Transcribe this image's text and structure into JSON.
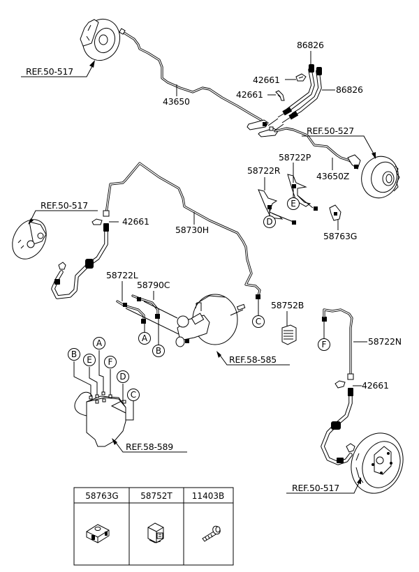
{
  "diagram": {
    "title": "Brake line parts diagram",
    "part_labels": {
      "p43650": "43650",
      "p43650z": "43650Z",
      "p86826_top": "86826",
      "p86826_right": "86826",
      "p42661_a": "42661",
      "p42661_b": "42661",
      "p42661_left": "42661",
      "p42661_right": "42661",
      "p58722p": "58722P",
      "p58722r": "58722R",
      "p58763g": "58763G",
      "p58730h": "58730H",
      "p58722l": "58722L",
      "p58790c": "58790C",
      "p58752b": "58752B",
      "p58722n": "58722N"
    },
    "references": {
      "ref_front_left_top": "REF.50-517",
      "ref_rear_right_top": "REF.50-527",
      "ref_front_left_mid": "REF.50-517",
      "ref_booster": "REF.58-585",
      "ref_hecu": "REF.58-589",
      "ref_rear_right_bottom": "REF.50-517"
    },
    "connector_markers": {
      "A": "A",
      "B": "B",
      "C": "C",
      "D": "D",
      "E": "E",
      "F": "F"
    },
    "parts_table": {
      "columns": [
        {
          "part_no": "58763G",
          "icon": "clip-icon"
        },
        {
          "part_no": "58752T",
          "icon": "grommet-block-icon"
        },
        {
          "part_no": "11403B",
          "icon": "bolt-icon"
        }
      ]
    }
  }
}
